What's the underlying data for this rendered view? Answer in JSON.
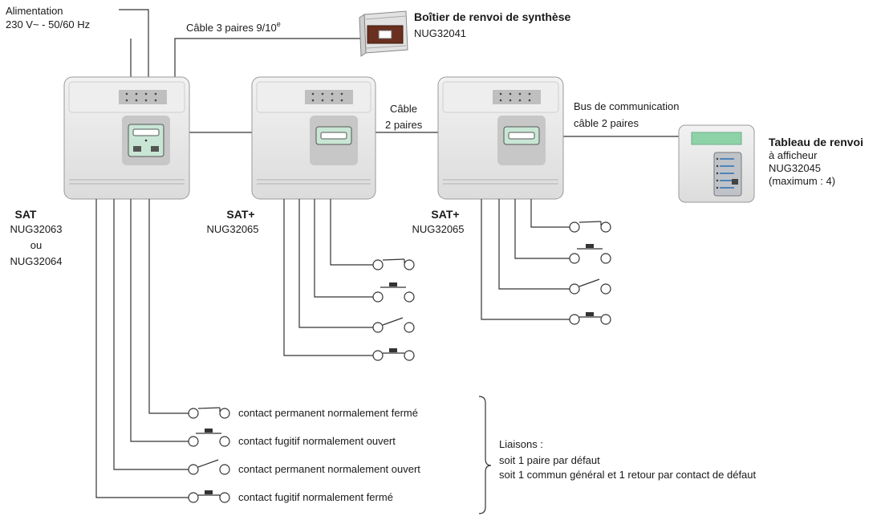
{
  "power": {
    "line1": "Alimentation",
    "line2": "230 V~ - 50/60 Hz"
  },
  "cable3": {
    "text": "Câble 3 paires 9/10",
    "sup": "e"
  },
  "synth": {
    "title": "Boîtier de renvoi de synthèse",
    "ref": "NUG32041"
  },
  "cable2": {
    "line1": "Câble",
    "line2": "2 paires"
  },
  "bus": {
    "line1": "Bus de communication",
    "line2": "câble 2 paires"
  },
  "tableau": {
    "title": "Tableau de renvoi",
    "line1": "à afficheur",
    "line2": "NUG32045",
    "line3": "(maximum : 4)"
  },
  "sat": {
    "title": "SAT",
    "ref1": "NUG32063",
    "or": "ou",
    "ref2": "NUG32064"
  },
  "satplus1": {
    "title": "SAT+",
    "ref": "NUG32065"
  },
  "satplus2": {
    "title": "SAT+",
    "ref": "NUG32065"
  },
  "legend": {
    "items": [
      "contact permanent normalement fermé",
      "contact fugitif normalement ouvert",
      "contact permanent normalement ouvert",
      "contact fugitif normalement fermé"
    ]
  },
  "liaisons": {
    "title": "Liaisons :",
    "line1": "soit 1 paire par défaut",
    "line2": "soit 1 commun général et 1 retour par contact de défaut"
  },
  "colors": {
    "device": "#e6e6e6",
    "device_dark": "#bdbdbd",
    "screen": "#c9e6d5",
    "display": "#8ed3a8",
    "bus_wire": "#333333"
  }
}
